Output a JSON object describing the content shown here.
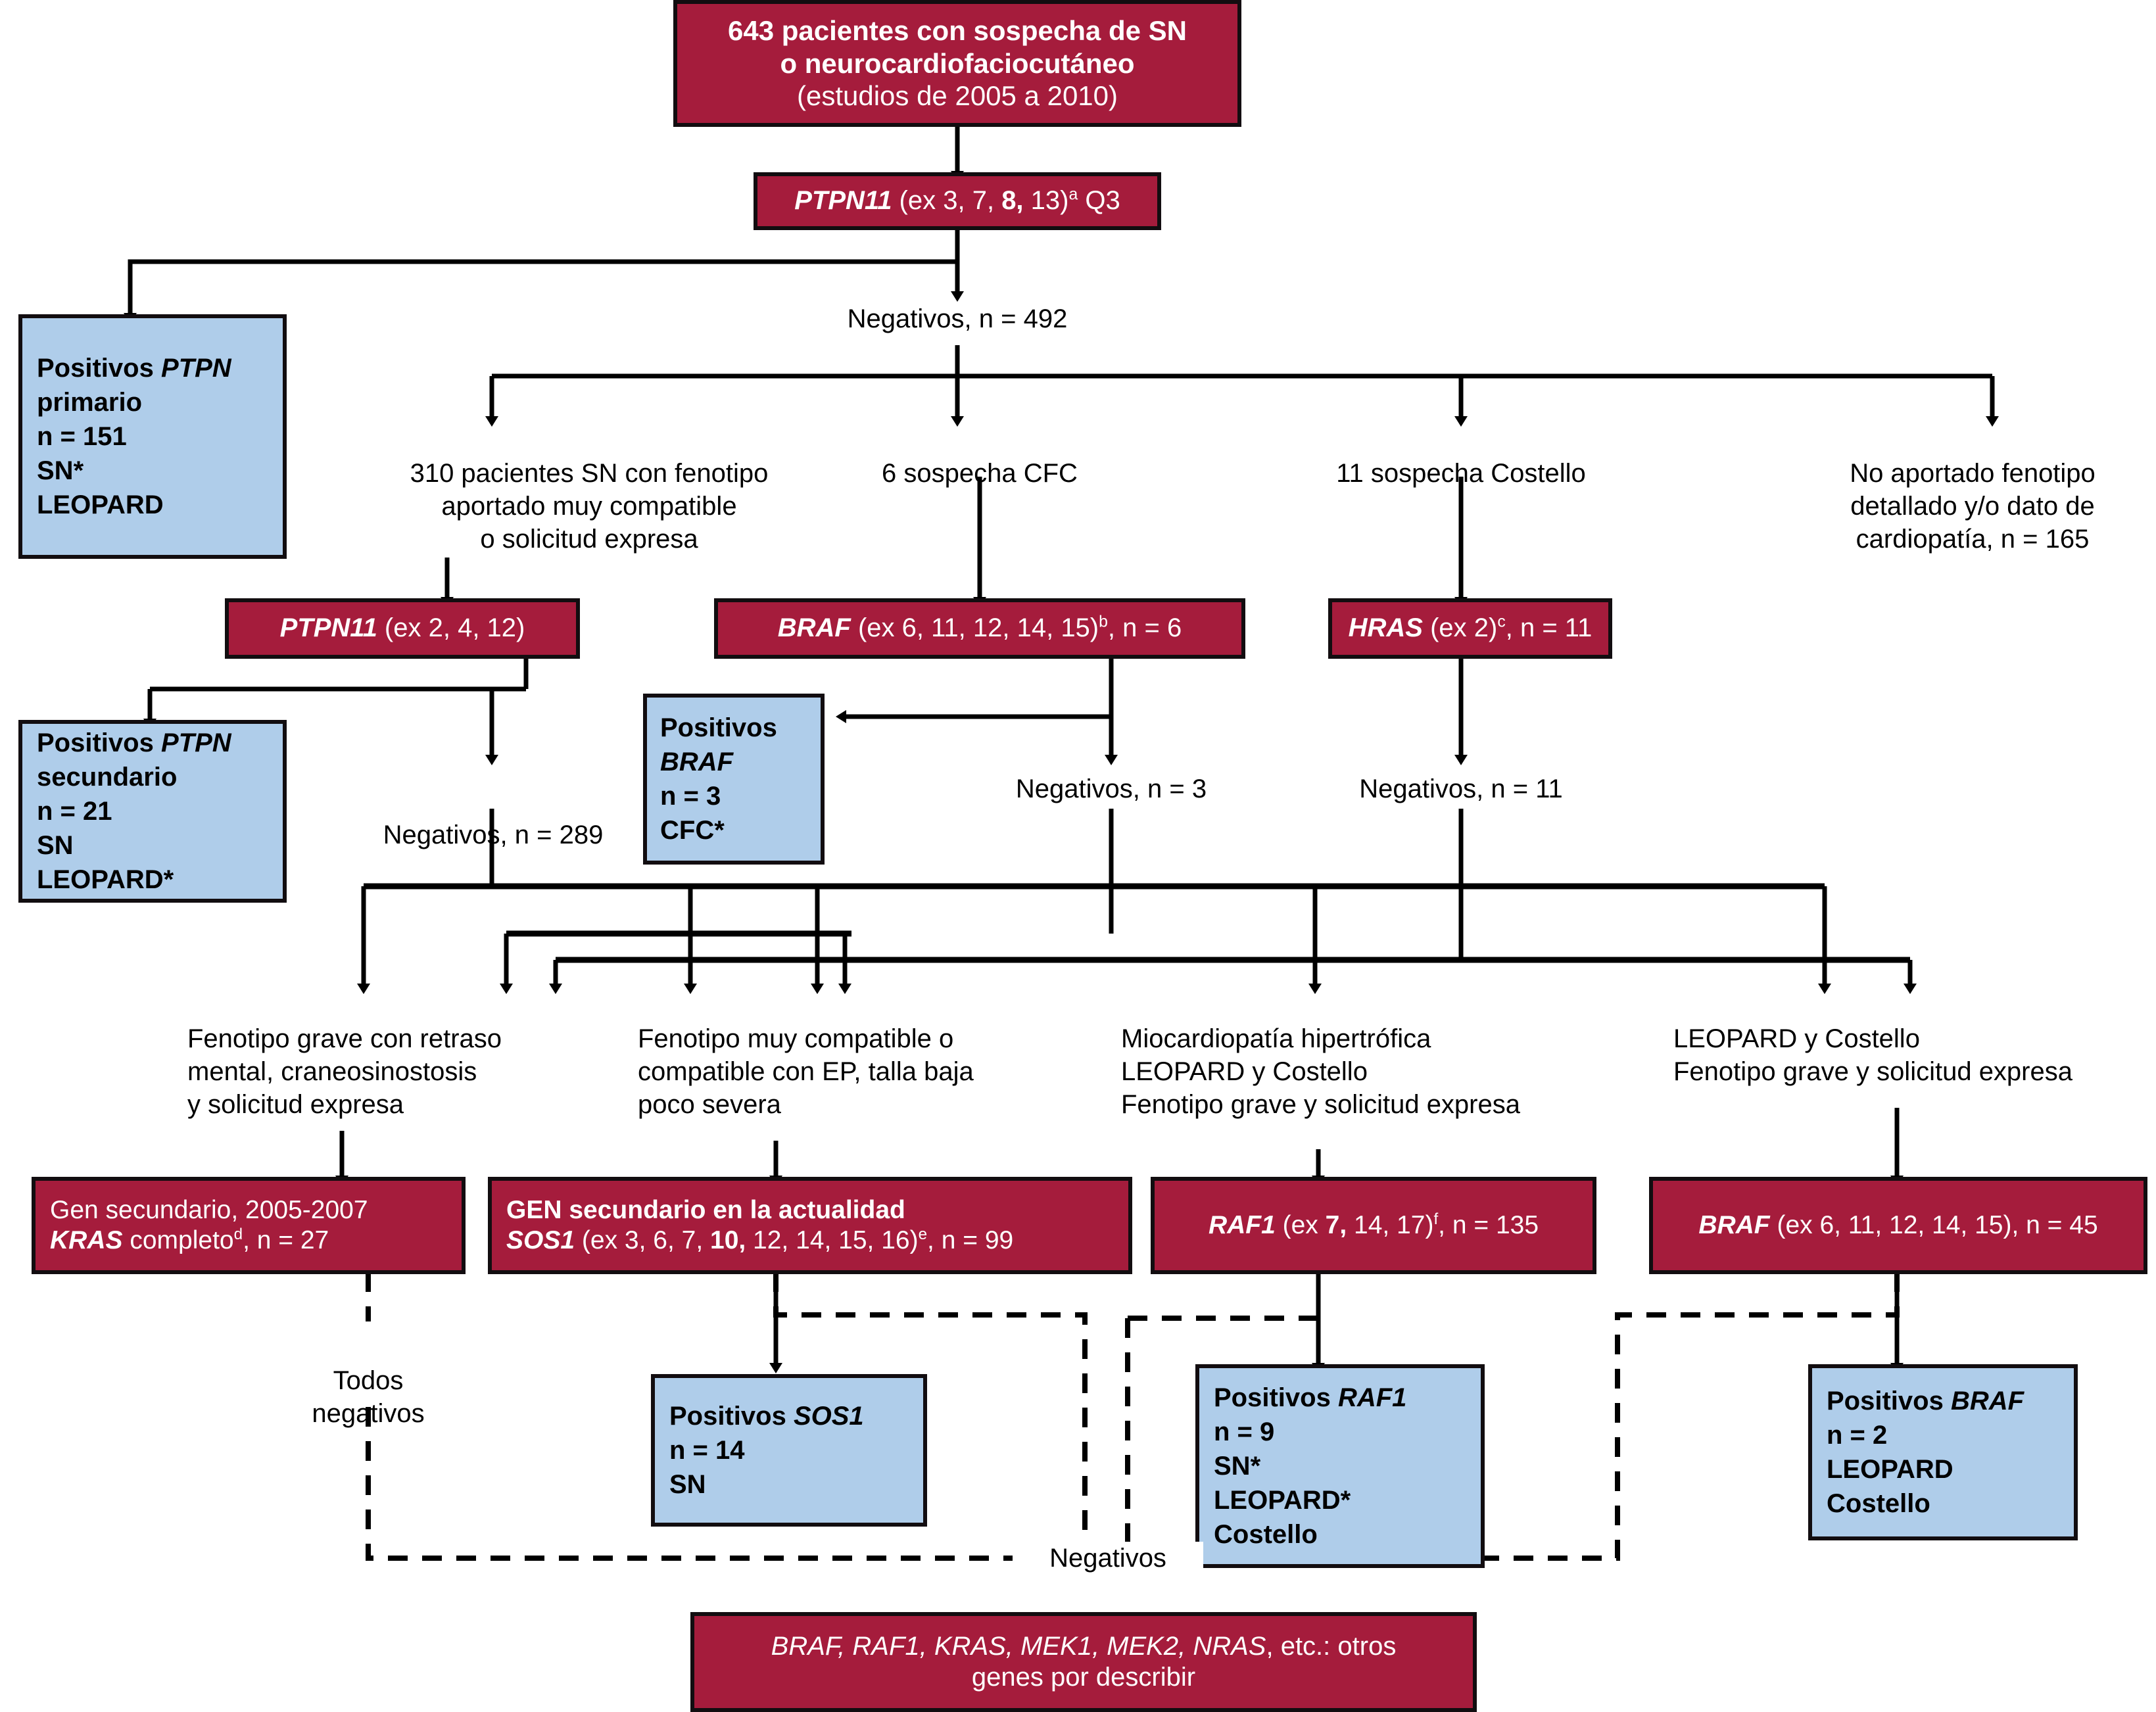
{
  "figure": {
    "type": "flowchart",
    "language": "es",
    "title_box": "643 pacientes con sospecha de SN o neurocardiofaciocutáneo (estudios de 2005 a 2010)",
    "colors": {
      "process_box_fill": "#A51C3C",
      "terminal_box_fill": "#AFCDEA",
      "box_border": "#120D10",
      "process_box_text": "#FFFFFF",
      "terminal_box_text": "#000000",
      "connector": "#000000"
    }
  },
  "nodes": {
    "root": {
      "line1": "643 pacientes con sospecha de SN",
      "line2": "o neurocardiofaciocutáneo",
      "line3": "(estudios de 2005 a 2010)"
    },
    "ptpn11_primary": {
      "gene": "PTPN11",
      "rest_a": " (ex 3, 7, ",
      "bold": "8,",
      "rest_b": " 13)",
      "sup": "a",
      "tail": " Q3"
    },
    "neg492": "Negativos, n = 492",
    "positivos_ptpn_primario": {
      "l1_a": "Positivos ",
      "l1_gene": "PTPN",
      "l2": "primario",
      "l3": "n = 151",
      "l4": "SN*",
      "l5": "LEOPARD"
    },
    "branch_310": "310 pacientes SN con fenotipo\naportado muy compatible\no solicitud expresa",
    "branch_6cfc": "6 sospecha CFC",
    "branch_11costello": "11 sospecha Costello",
    "branch_noaportado": "No aportado fenotipo\ndetallado y/o dato de\ncardiopatía, n = 165",
    "ptpn11_secondary": {
      "gene": "PTPN11",
      "rest": " (ex 2, 4, 12)"
    },
    "braf_cfc": {
      "gene": "BRAF",
      "rest_a": " (ex 6, 11, 12, 14, 15)",
      "sup": "b",
      "tail": ", n = 6"
    },
    "hras": {
      "gene": "HRAS",
      "rest_a": " (ex 2)",
      "sup": "c",
      "tail": ", n = 11"
    },
    "positivos_ptpn_secundario": {
      "l1_a": "Positivos ",
      "l1_gene": "PTPN",
      "l2": "secundario",
      "l3": "n = 21",
      "l4": "SN",
      "l5": "LEOPARD*"
    },
    "neg289": "Negativos, n = 289",
    "positivos_braf_cfc": {
      "l1": "Positivos",
      "l2_gene": "BRAF",
      "l3": "n = 3",
      "l4": "CFC*"
    },
    "neg3": "Negativos, n = 3",
    "neg11": "Negativos, n = 11",
    "crit_kras": "Fenotipo grave con retraso\nmental, craneosinostosis\ny solicitud expresa",
    "crit_sos1": "Fenotipo muy compatible o\ncompatible con EP, talla baja\npoco severa",
    "crit_raf1": "Miocardiopatía hipertrófica\nLEOPARD y Costello\nFenotipo grave y solicitud expresa",
    "crit_braf45": "LEOPARD y Costello\nFenotipo grave y solicitud expresa",
    "gen_kras": {
      "l1": "Gen secundario, 2005-2007",
      "l2_gene": "KRAS",
      "l2_rest": " completo",
      "l2_sup": "d",
      "l2_tail": ", n = 27"
    },
    "gen_sos1": {
      "l1": "GEN secundario en la actualidad",
      "l2_gene": "SOS1",
      "l2_a": " (ex 3, 6, 7, ",
      "l2_bold": "10,",
      "l2_b": " 12, 14, 15, 16)",
      "l2_sup": "e",
      "l2_tail": ", n = 99"
    },
    "gen_raf1": {
      "gene": "RAF1",
      "a": " (ex ",
      "bold": "7,",
      "b": " 14, 17)",
      "sup": "f",
      "tail": ", n = 135"
    },
    "gen_braf45": {
      "gene": "BRAF",
      "rest": " (ex 6, 11, 12, 14, 15), n = 45"
    },
    "todos_negativos": "Todos\nnegativos",
    "positivos_sos1": {
      "l1_a": "Positivos ",
      "l1_gene": "SOS1",
      "l2": "n = 14",
      "l3": "SN"
    },
    "positivos_raf1": {
      "l1_a": "Positivos ",
      "l1_gene": "RAF1",
      "l2": "n = 9",
      "l3": "SN*",
      "l4": "LEOPARD*",
      "l5": "Costello"
    },
    "positivos_braf2": {
      "l1_a": "Positivos ",
      "l1_gene": "BRAF",
      "l2": "n = 2",
      "l3": "LEOPARD",
      "l4": "Costello"
    },
    "negativos_final": "Negativos",
    "otros_genes": {
      "genes": "BRAF, RAF1, KRAS, MEK1, MEK2, NRAS",
      "l1_tail": ", etc.: otros",
      "l2": "genes por describir"
    }
  }
}
